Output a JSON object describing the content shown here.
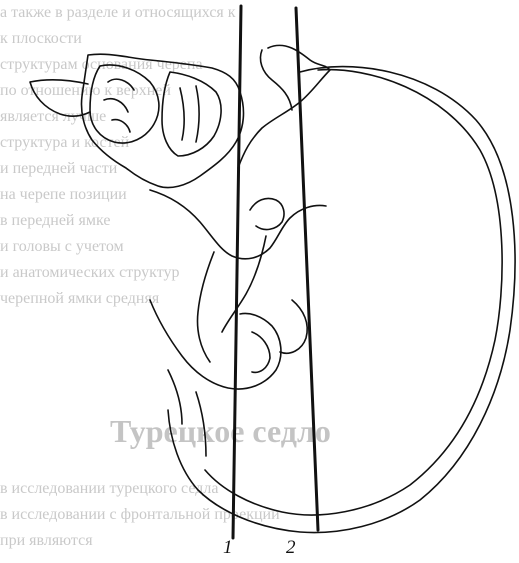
{
  "figure": {
    "line_labels": [
      "1",
      "2"
    ]
  },
  "background_text": {
    "lines": [
      "а также в разделе и относящихся к",
      "к плоскости",
      "структурам основания черепа",
      "по отношению к верхней",
      "является лучше",
      "структура и костей",
      "и передней части",
      "на черепе позиции",
      "в передней ямке",
      "и головы с учетом",
      "и анатомических структур",
      "черепной ямки средняя"
    ],
    "heading": "Турецкое седло",
    "bottom_lines": [
      "в исследовании турецкого седла",
      "в исследовании с фронтальной проекции",
      "при являются"
    ]
  },
  "colors": {
    "ink": "#111111",
    "ghost_text": "#c9c9c9",
    "paper": "#ffffff"
  }
}
